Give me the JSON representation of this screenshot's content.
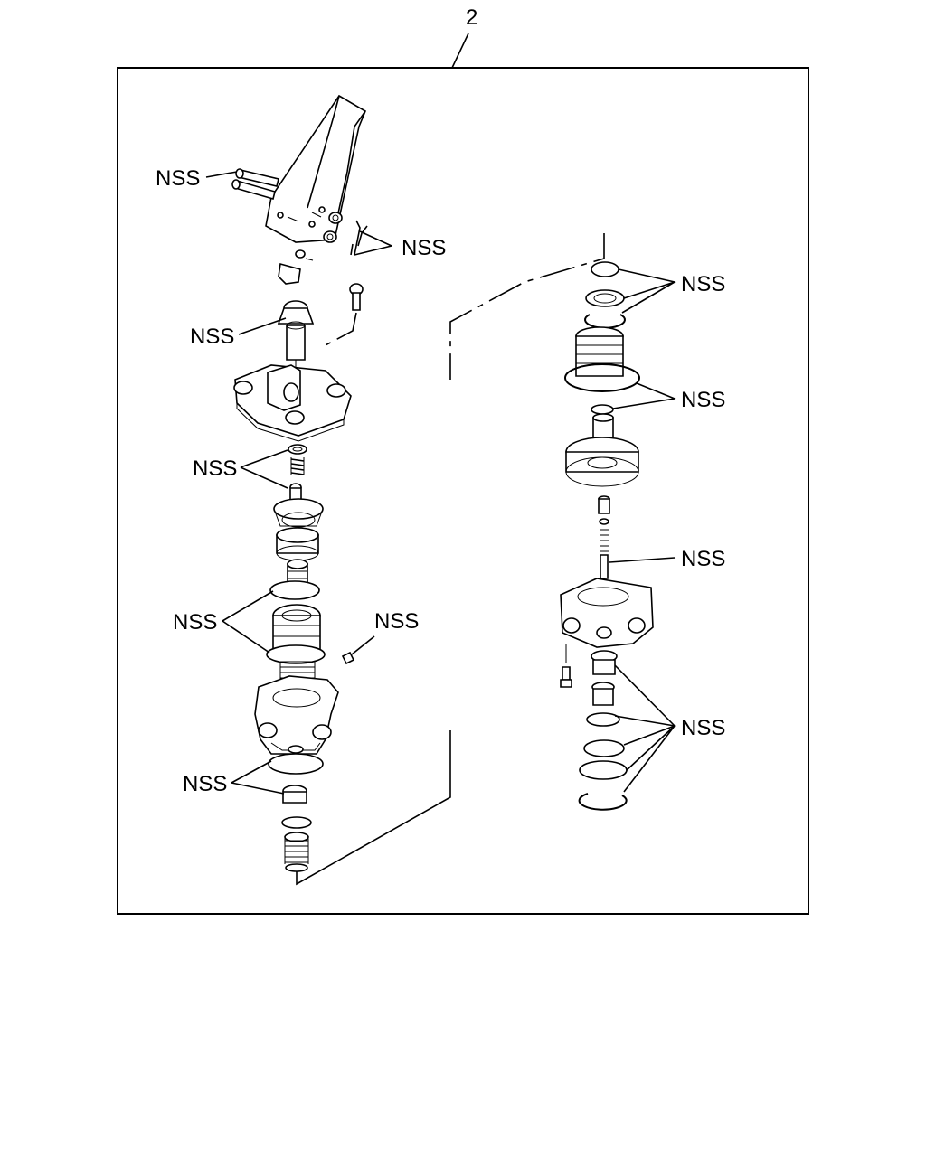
{
  "diagram": {
    "callout_number": "2",
    "labels": [
      {
        "id": "pedal-pins",
        "text": "NSS"
      },
      {
        "id": "clevis-pins",
        "text": "NSS"
      },
      {
        "id": "plunger-boot",
        "text": "NSS"
      },
      {
        "id": "spring-seat-upper",
        "text": "NSS"
      },
      {
        "id": "upper-seals",
        "text": "NSS"
      },
      {
        "id": "square-nut",
        "text": "NSS"
      },
      {
        "id": "lower-seals-left",
        "text": "NSS"
      },
      {
        "id": "right-top-seals",
        "text": "NSS"
      },
      {
        "id": "right-oring",
        "text": "NSS"
      },
      {
        "id": "right-stem",
        "text": "NSS"
      },
      {
        "id": "right-bottom-seals",
        "text": "NSS"
      }
    ]
  }
}
